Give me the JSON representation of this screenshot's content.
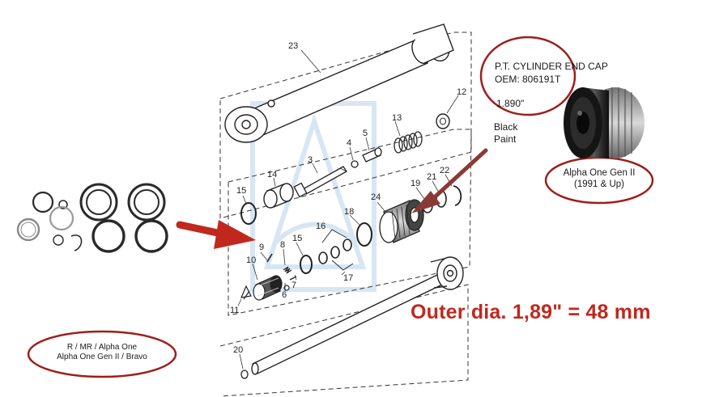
{
  "end_cap": {
    "name": "P.T. CYLINDER END CAP",
    "oem": "OEM: 806191T",
    "size": "1.890\"",
    "finish_line1": "Black",
    "finish_line2": "Paint"
  },
  "fitment_right": {
    "line1": "Alpha One Gen II",
    "line2": "(1991 & Up)"
  },
  "fitment_left": {
    "line1": "R / MR / Alpha One",
    "line2": "Alpha One Gen II / Bravo"
  },
  "measurement": "Outer dia. 1,89\" = 48 mm",
  "parts": [
    "23",
    "12",
    "14",
    "3",
    "4",
    "5",
    "13",
    "15",
    "24",
    "19",
    "21",
    "22",
    "18",
    "16",
    "9",
    "8",
    "15",
    "10",
    "6",
    "7",
    "11",
    "17",
    "20"
  ],
  "colors": {
    "accent_red": "#c0281e",
    "oval_red": "#9c1f1a",
    "line": "#333333",
    "watermark": "#cfe0f2"
  }
}
